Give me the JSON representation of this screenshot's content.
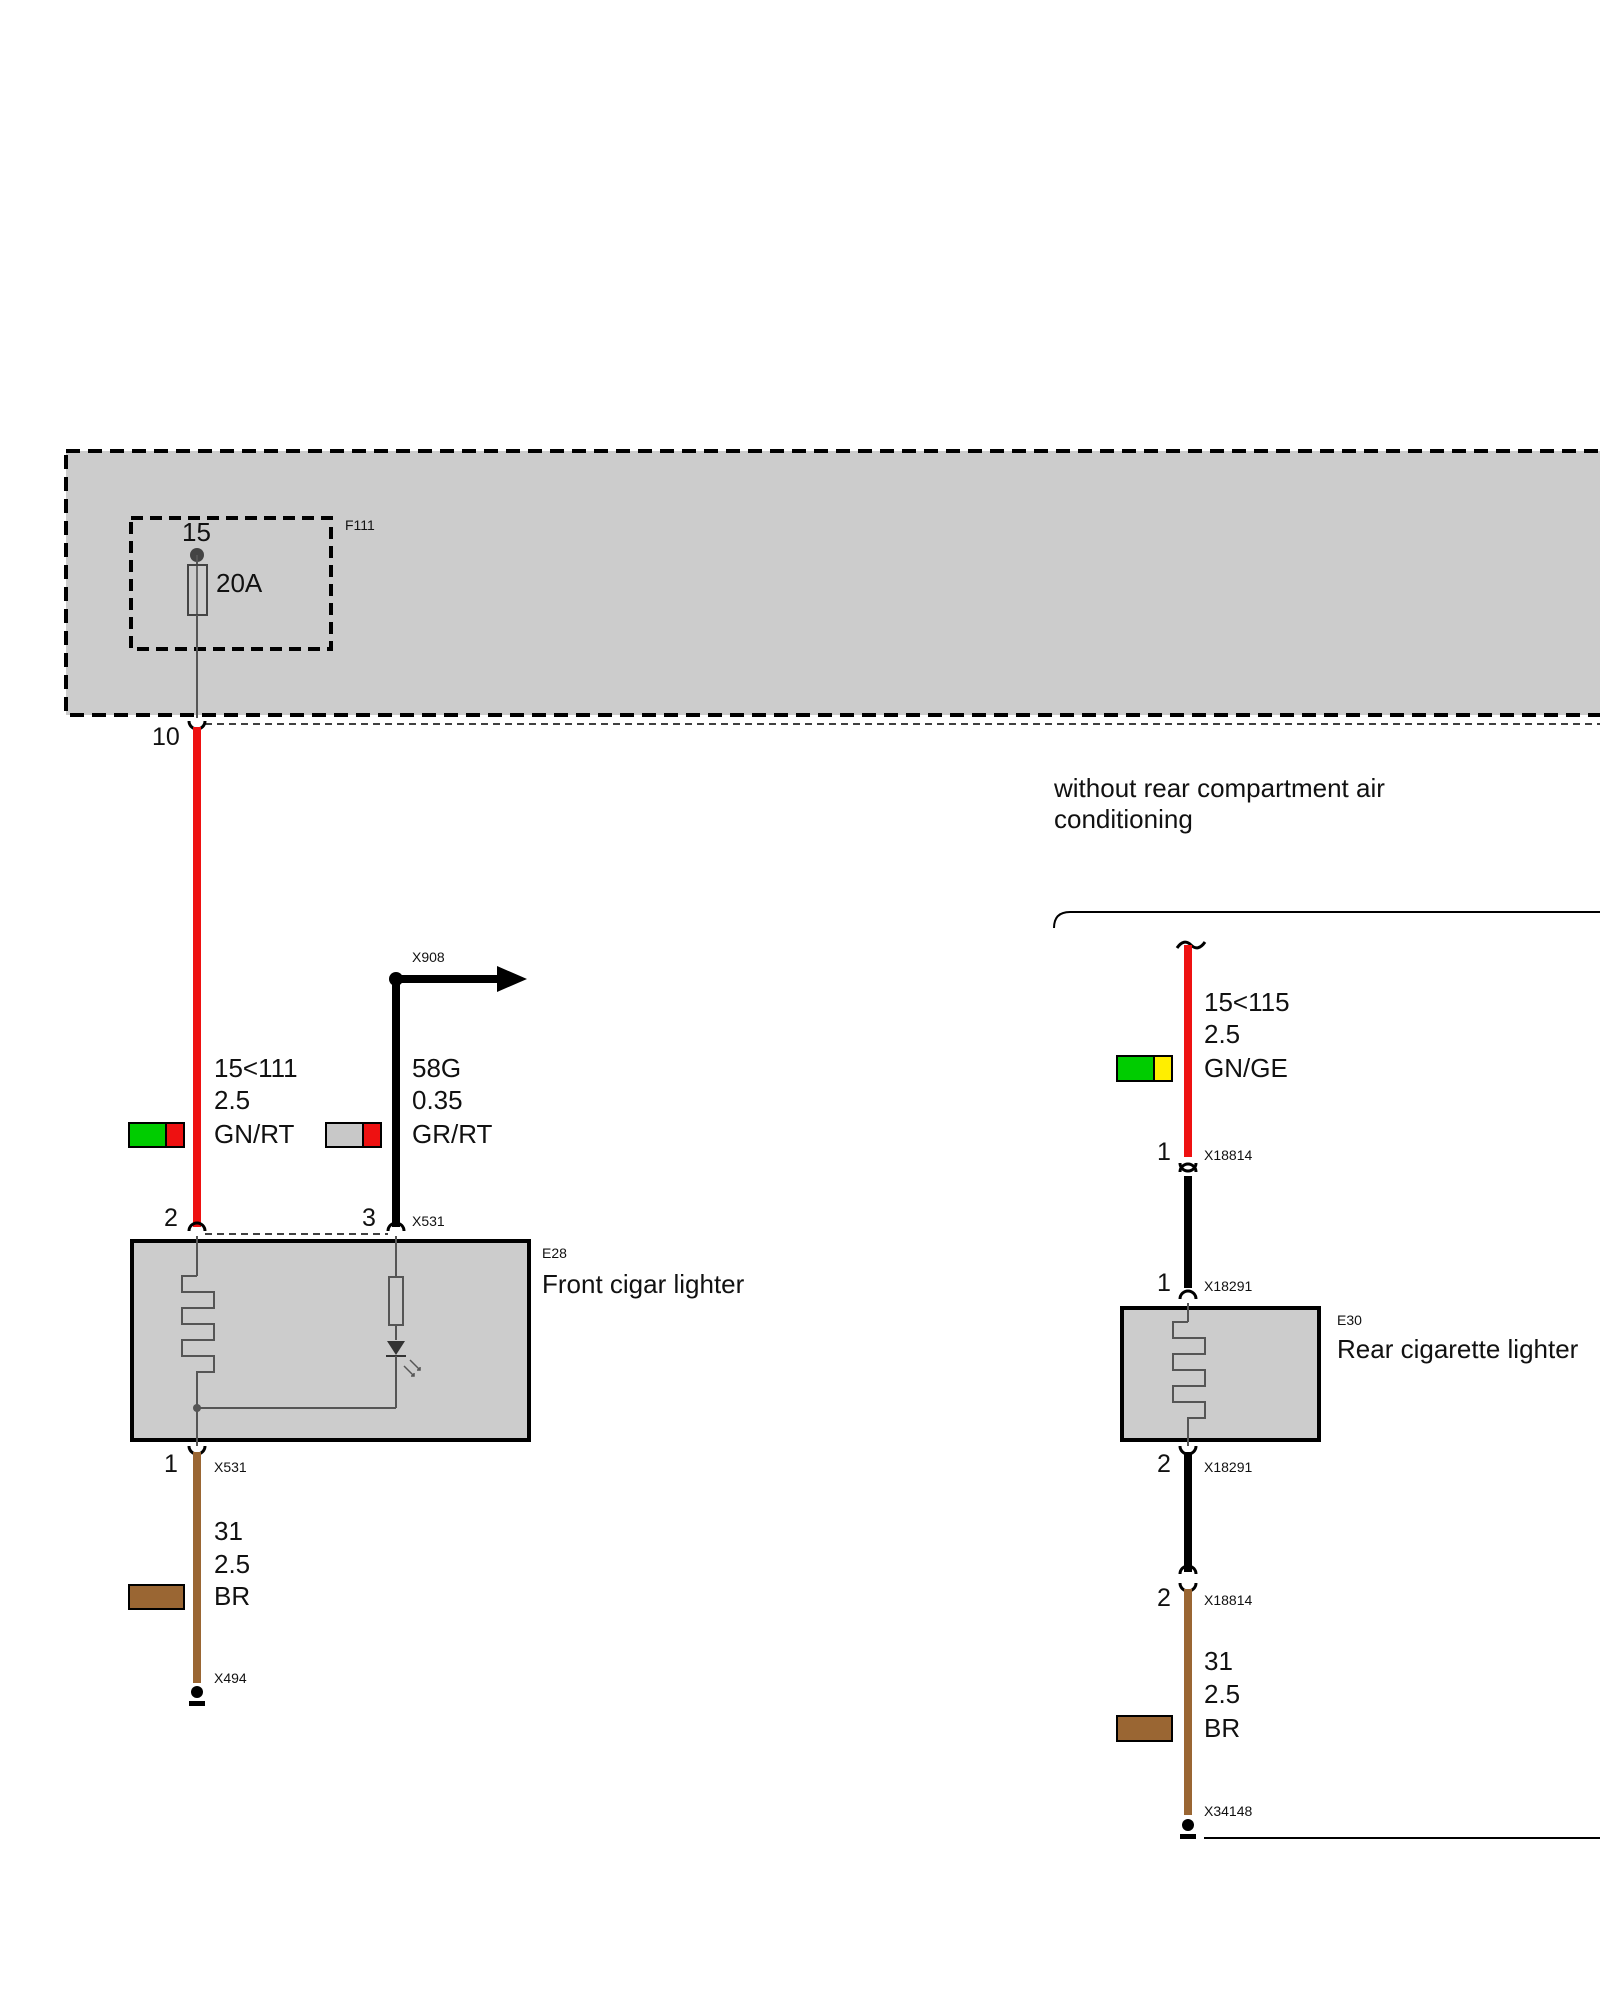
{
  "fuse_box": {
    "fuse_id": "F111",
    "terminal": "15",
    "rating": "20A",
    "output_pin": "10"
  },
  "front_lighter": {
    "component_id": "E28",
    "name": "Front cigar lighter",
    "connector": "X531",
    "pin_power": "2",
    "pin_lamp": "3",
    "pin_ground": "1"
  },
  "wires": {
    "front_power": {
      "circuit": "15<111",
      "gauge": "2.5",
      "color_code": "GN/RT",
      "colors": [
        "#00cc00",
        "#ee1111"
      ]
    },
    "lamp_feed": {
      "circuit": "58G",
      "gauge": "0.35",
      "color_code": "GR/RT",
      "colors": [
        "#c8c8c8",
        "#ee1111"
      ],
      "target_connector": "X908"
    },
    "front_ground": {
      "circuit": "31",
      "gauge": "2.5",
      "color_code": "BR",
      "colors": [
        "#9a6633"
      ],
      "ground_point": "X494"
    },
    "rear_power": {
      "circuit": "15<115",
      "gauge": "2.5",
      "color_code": "GN/GE",
      "colors": [
        "#00cc00",
        "#ffee00"
      ]
    },
    "rear_ground": {
      "circuit": "31",
      "gauge": "2.5",
      "color_code": "BR",
      "colors": [
        "#9a6633"
      ],
      "ground_point": "X34148"
    }
  },
  "rear_section": {
    "option_note_line1": "without rear compartment air",
    "option_note_line2": "conditioning",
    "connector_upper": "X18814",
    "connector_lower": "X18291",
    "pin_upper_1": "1",
    "pin_upper_2": "1",
    "pin_lower_1": "2",
    "pin_lower_2": "2"
  },
  "rear_lighter": {
    "component_id": "E30",
    "name": "Rear cigarette lighter"
  },
  "colors": {
    "red_wire": "#ee1111",
    "brown_wire": "#9a6633",
    "black_wire": "#000000",
    "box_fill": "#cccccc"
  }
}
